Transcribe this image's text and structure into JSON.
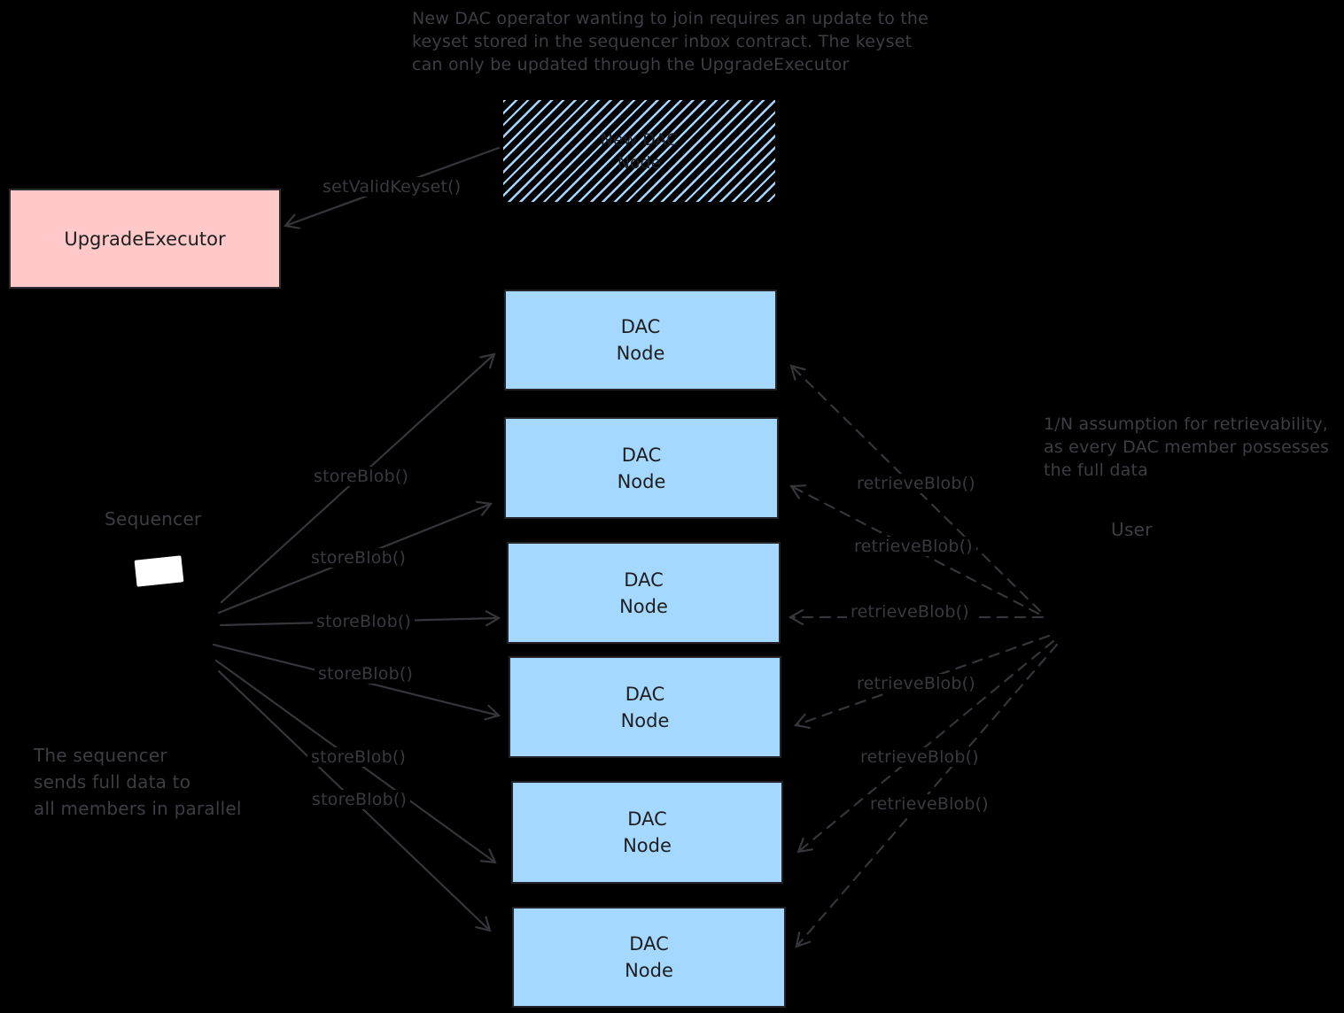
{
  "diagram": {
    "notes": {
      "top": "New DAC operator wanting to join requires an update to the\nkeyset stored in the sequencer inbox contract. The keyset\ncan only be updated through the UpgradeExecutor",
      "retrievability": "1/N assumption for retrievability,\nas every DAC member possesses\nthe full data",
      "sequencer_parallel": "The sequencer\nsends full data to\nall members in parallel"
    },
    "entities": {
      "upgrade_executor": "UpgradeExecutor",
      "new_dac_node": "New DAC\nNode",
      "sequencer": "Sequencer",
      "user": "User",
      "dac_nodes": [
        "DAC\nNode",
        "DAC\nNode",
        "DAC\nNode",
        "DAC\nNode",
        "DAC\nNode",
        "DAC\nNode"
      ]
    },
    "calls": {
      "set_valid_keyset": "setValidKeyset()",
      "store_blob": [
        "storeBlob()",
        "storeBlob()",
        "storeBlob()",
        "storeBlob()",
        "storeBlob()",
        "storeBlob()"
      ],
      "retrieve_blob": [
        "retrieveBlob()",
        "retrieveBlob()",
        "retrieveBlob()",
        "retrieveBlob()",
        "retrieveBlob()",
        "retrieveBlob()"
      ]
    },
    "colors": {
      "background": "#000000",
      "dac_node_fill": "#a5d8ff",
      "upgrade_executor_fill": "#ffc9c9",
      "hatch_stripe": "#a5d8ff",
      "stroke": "#35353b",
      "annotation_text": "#3d3d44",
      "box_text": "#1e1e1e",
      "sequencer_screen": "#ffffff"
    }
  }
}
